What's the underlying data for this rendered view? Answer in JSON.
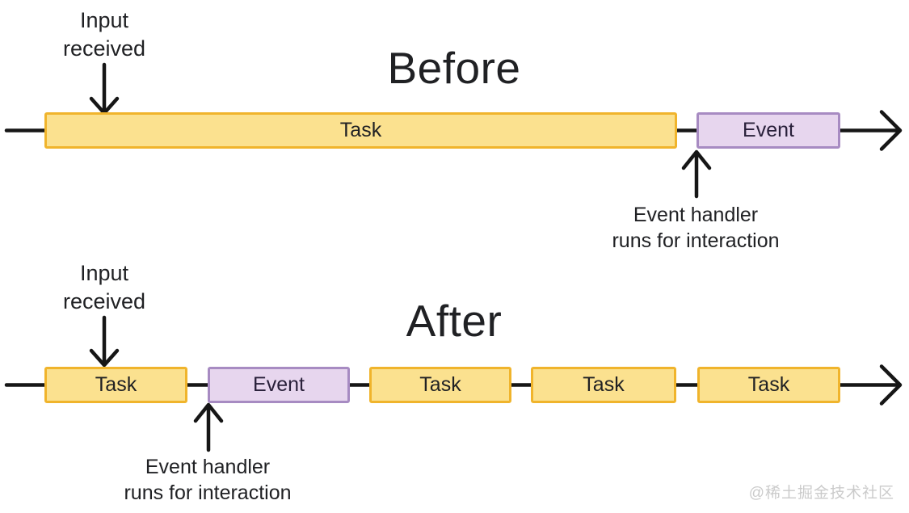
{
  "before": {
    "title": "Before",
    "input_label": {
      "line1": "Input",
      "line2": "received"
    },
    "handler_label": {
      "line1": "Event handler",
      "line2": "runs for interaction"
    },
    "segments": [
      {
        "type": "task",
        "label": "Task"
      },
      {
        "type": "event",
        "label": "Event"
      }
    ]
  },
  "after": {
    "title": "After",
    "input_label": {
      "line1": "Input",
      "line2": "received"
    },
    "handler_label": {
      "line1": "Event handler",
      "line2": "runs for interaction"
    },
    "segments": [
      {
        "type": "task",
        "label": "Task"
      },
      {
        "type": "event",
        "label": "Event"
      },
      {
        "type": "task",
        "label": "Task"
      },
      {
        "type": "task",
        "label": "Task"
      },
      {
        "type": "task",
        "label": "Task"
      }
    ]
  },
  "watermark": "@稀土掘金技术社区",
  "colors": {
    "task_fill": "#FBE18F",
    "task_border": "#F0B42C",
    "event_fill": "#E7D6EE",
    "event_border": "#A78BC2",
    "line": "#161616",
    "text": "#202124",
    "watermark": "#CBCBCB"
  }
}
